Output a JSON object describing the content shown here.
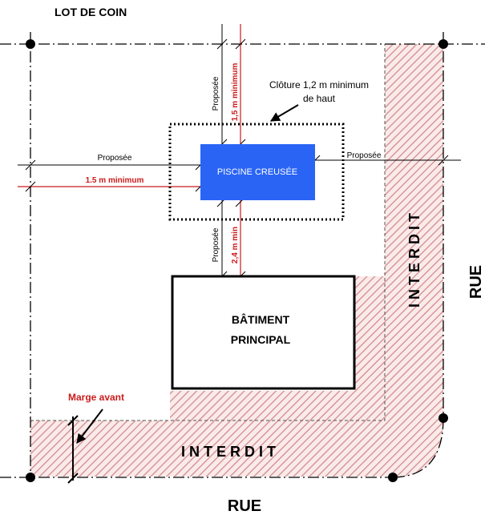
{
  "title": "LOT DE COIN",
  "pool_label": "PISCINE CREUSÉE",
  "building_line1": "BÂTIMENT",
  "building_line2": "PRINCIPAL",
  "fence_note_line1": "Clôture 1,2 m minimum",
  "fence_note_line2": "de haut",
  "proposed_left": "Proposée",
  "proposed_right": "Proposée",
  "proposed_top": "Proposée",
  "proposed_bottom": "Proposée",
  "min_left": "1.5 m minimum",
  "min_top": "1,5 m minimum",
  "min_bottom": "2,4 m min",
  "front_margin": "Marge avant",
  "forbidden_bottom": "I N T E R D I T",
  "forbidden_right": "I N T E R D I T",
  "street_bottom": "RUE",
  "street_right": "RUE",
  "colors": {
    "pool": "#2a64f5",
    "red": "#cc1b1b",
    "hatch": "#d9a0a0",
    "hatch_bg": "#fbeaea"
  }
}
